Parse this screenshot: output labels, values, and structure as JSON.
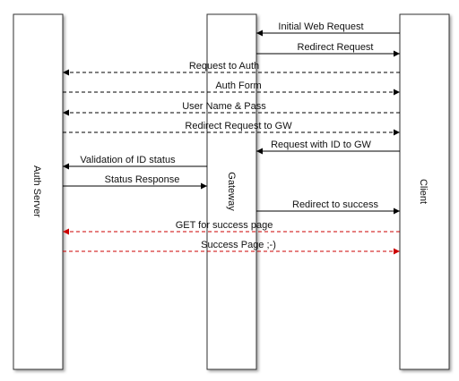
{
  "participants": {
    "auth_server": "Auth Server",
    "gateway": "Gateway",
    "client": "Client"
  },
  "messages": [
    {
      "label": "Initial Web Request",
      "from": "client",
      "to": "gateway",
      "style": "solid",
      "color": "#000000"
    },
    {
      "label": "Redirect Request",
      "from": "gateway",
      "to": "client",
      "style": "solid",
      "color": "#000000"
    },
    {
      "label": "Request to Auth",
      "from": "client",
      "to": "auth_server",
      "style": "dashed",
      "color": "#000000"
    },
    {
      "label": "Auth Form",
      "from": "auth_server",
      "to": "client",
      "style": "dashed",
      "color": "#000000"
    },
    {
      "label": "User Name & Pass",
      "from": "client",
      "to": "auth_server",
      "style": "dashed",
      "color": "#000000"
    },
    {
      "label": "Redirect Request to GW",
      "from": "auth_server",
      "to": "client",
      "style": "dashed",
      "color": "#000000"
    },
    {
      "label": "Request with ID to GW",
      "from": "client",
      "to": "gateway",
      "style": "solid",
      "color": "#000000"
    },
    {
      "label": "Validation of ID status",
      "from": "gateway",
      "to": "auth_server",
      "style": "solid",
      "color": "#000000"
    },
    {
      "label": "Status Response",
      "from": "auth_server",
      "to": "gateway",
      "style": "solid",
      "color": "#000000"
    },
    {
      "label": "Redirect to success",
      "from": "gateway",
      "to": "client",
      "style": "solid",
      "color": "#000000"
    },
    {
      "label": "GET for success page",
      "from": "client",
      "to": "auth_server",
      "style": "dashed",
      "color": "#cc0000"
    },
    {
      "label": "Success Page ;-)",
      "from": "auth_server",
      "to": "client",
      "style": "dashed",
      "color": "#cc0000"
    }
  ]
}
